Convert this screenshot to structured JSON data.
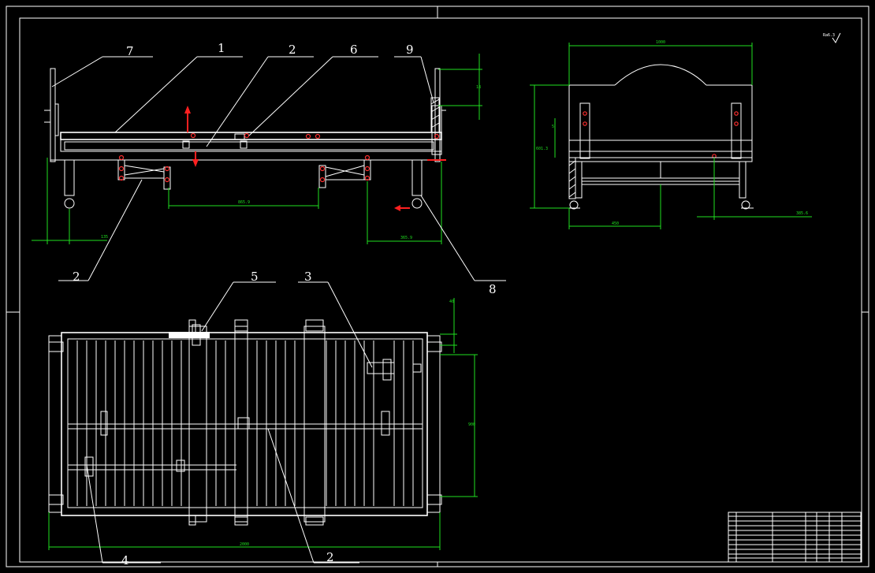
{
  "balloons": {
    "b1": "1",
    "b2_top": "2",
    "b6": "6",
    "b7": "7",
    "b9": "9",
    "b2_left": "2",
    "b8": "8",
    "b5": "5",
    "b3": "3",
    "b4": "4",
    "b2_bottom": "2"
  },
  "dimensions": {
    "front_left_small": "135",
    "front_mid": "865.9",
    "front_right": "365.9",
    "front_right_vertical": "18",
    "side_top_width": "1000",
    "side_height": "601.3",
    "side_bottom_left": "450",
    "side_bottom_right": "385.6",
    "side_small": "5",
    "plan_overall": "2000",
    "plan_height": "900",
    "plan_small": "40"
  },
  "roughness": "Ra6.3",
  "colors": {
    "lines": "#ffffff",
    "dimensions": "#1fe01f",
    "arrows": "#ff2020"
  }
}
